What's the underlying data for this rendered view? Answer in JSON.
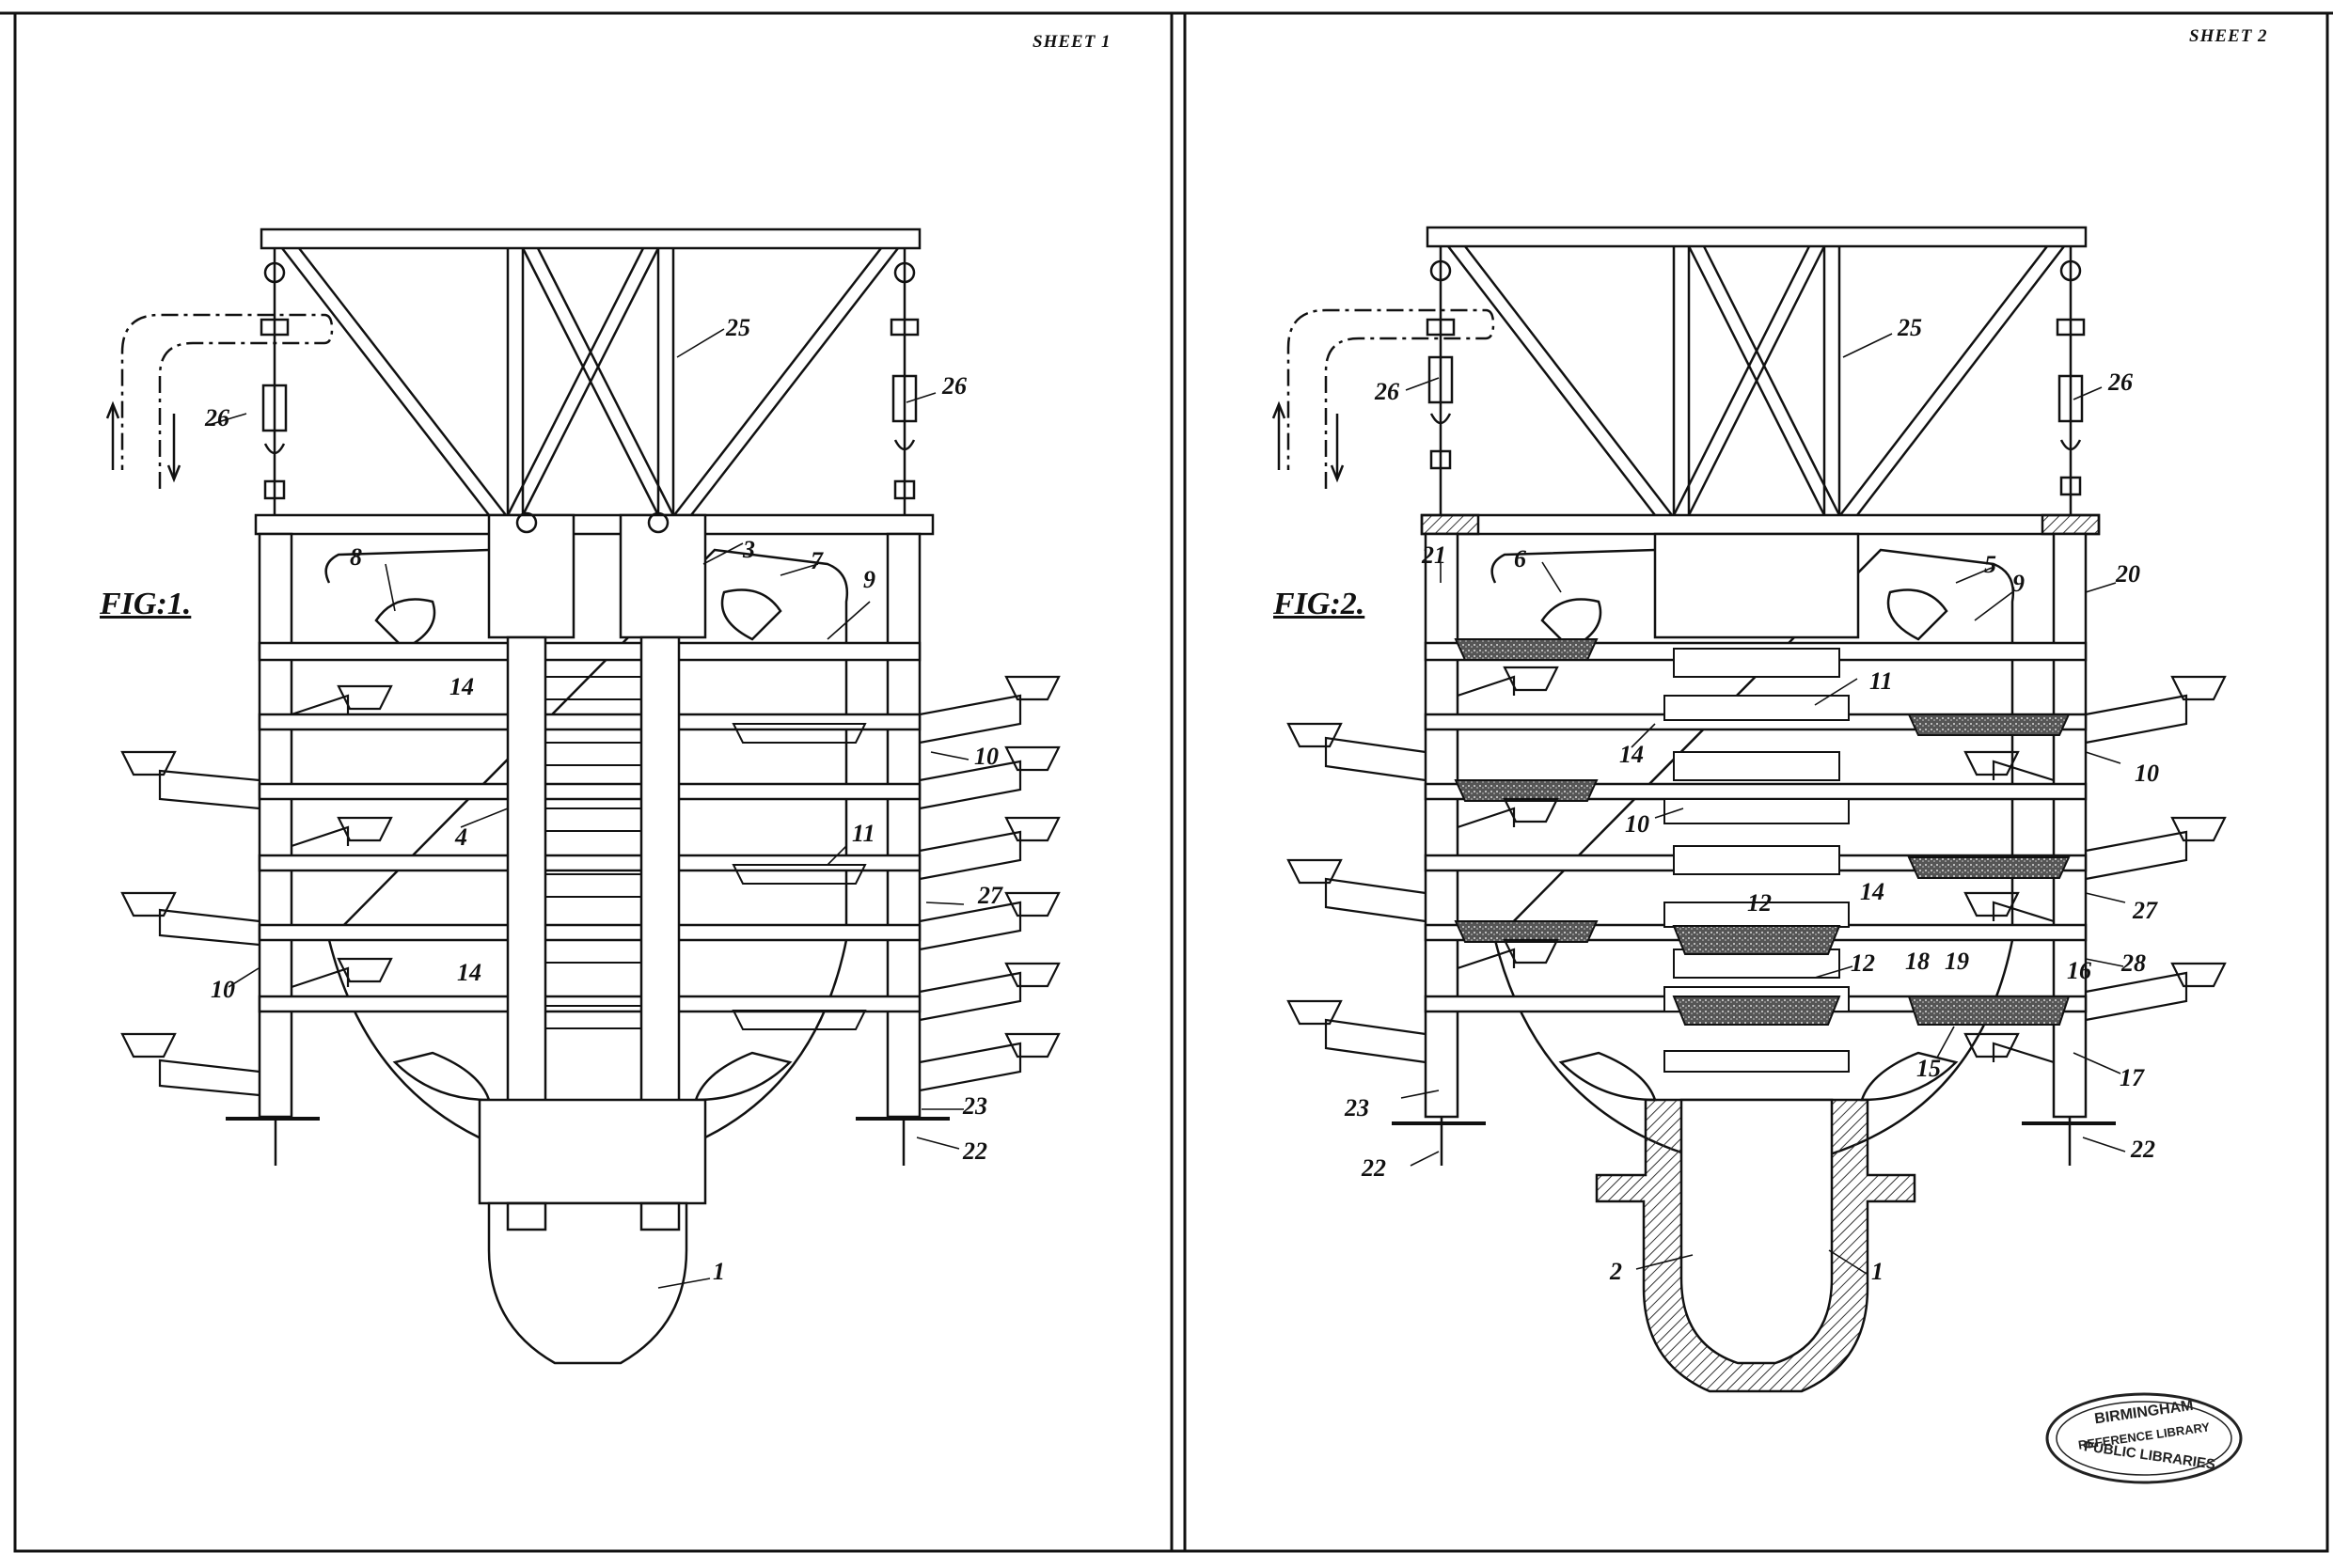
{
  "sheets": [
    {
      "label": "SHEET 1",
      "figure": "FIG:1.",
      "labels": [
        "25",
        "26",
        "26",
        "8",
        "7",
        "3",
        "9",
        "14",
        "4",
        "10",
        "11",
        "27",
        "14",
        "10",
        "23",
        "22",
        "1"
      ]
    },
    {
      "label": "SHEET 2",
      "figure": "FIG:2.",
      "labels": [
        "25",
        "26",
        "26",
        "21",
        "6",
        "5",
        "9",
        "20",
        "11",
        "14",
        "10",
        "10",
        "27",
        "12",
        "14",
        "12",
        "18",
        "19",
        "16",
        "28",
        "15",
        "17",
        "23",
        "22",
        "22",
        "2",
        "1"
      ]
    }
  ],
  "stamp": {
    "line1": "BIRMINGHAM",
    "line2": "REFERENCE LIBRARY",
    "line3": "PUBLIC LIBRARIES"
  }
}
